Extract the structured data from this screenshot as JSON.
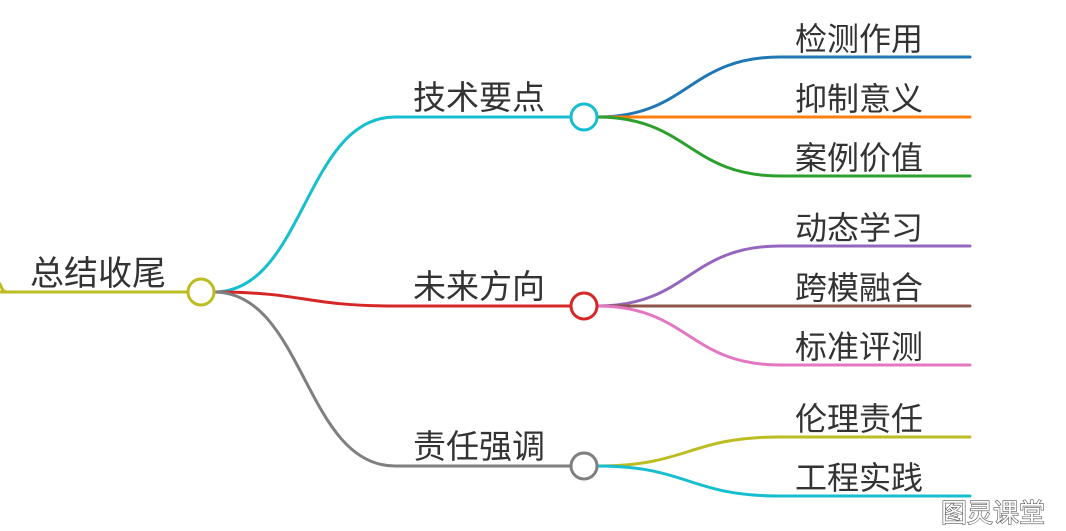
{
  "root": {
    "label": "总结收尾",
    "color": "#bcbd22"
  },
  "branches": [
    {
      "label": "技术要点",
      "color": "#17becf",
      "children": [
        {
          "label": "检测作用",
          "color": "#1f77b4"
        },
        {
          "label": "抑制意义",
          "color": "#ff7f0e"
        },
        {
          "label": "案例价值",
          "color": "#2ca02c"
        }
      ]
    },
    {
      "label": "未来方向",
      "color": "#d62728",
      "children": [
        {
          "label": "动态学习",
          "color": "#9467bd"
        },
        {
          "label": "跨模融合",
          "color": "#8c564b"
        },
        {
          "label": "标准评测",
          "color": "#e377c2"
        }
      ]
    },
    {
      "label": "责任强调",
      "color": "#7f7f7f",
      "children": [
        {
          "label": "伦理责任",
          "color": "#bcbd22"
        },
        {
          "label": "工程实践",
          "color": "#17becf"
        }
      ]
    }
  ],
  "watermark": "图灵课堂"
}
